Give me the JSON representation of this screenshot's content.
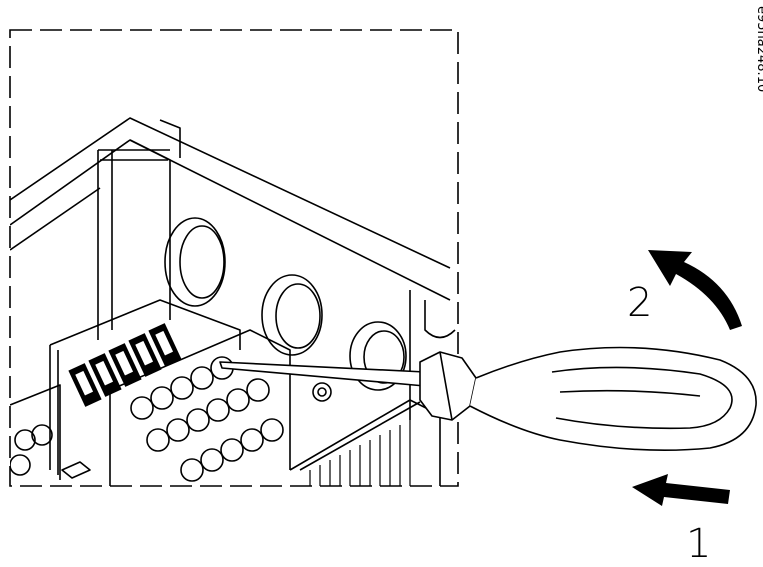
{
  "figure_id": "e95na248.10",
  "labels": {
    "step_1": "1",
    "step_2": "2"
  },
  "colors": {
    "line": "#000000",
    "background": "#ffffff",
    "arrow_fill": "#000000"
  },
  "icons": {
    "push_arrow": "arrow-left-icon",
    "rotate_arrow": "curved-arrow-icon",
    "tool": "screwdriver-icon"
  }
}
